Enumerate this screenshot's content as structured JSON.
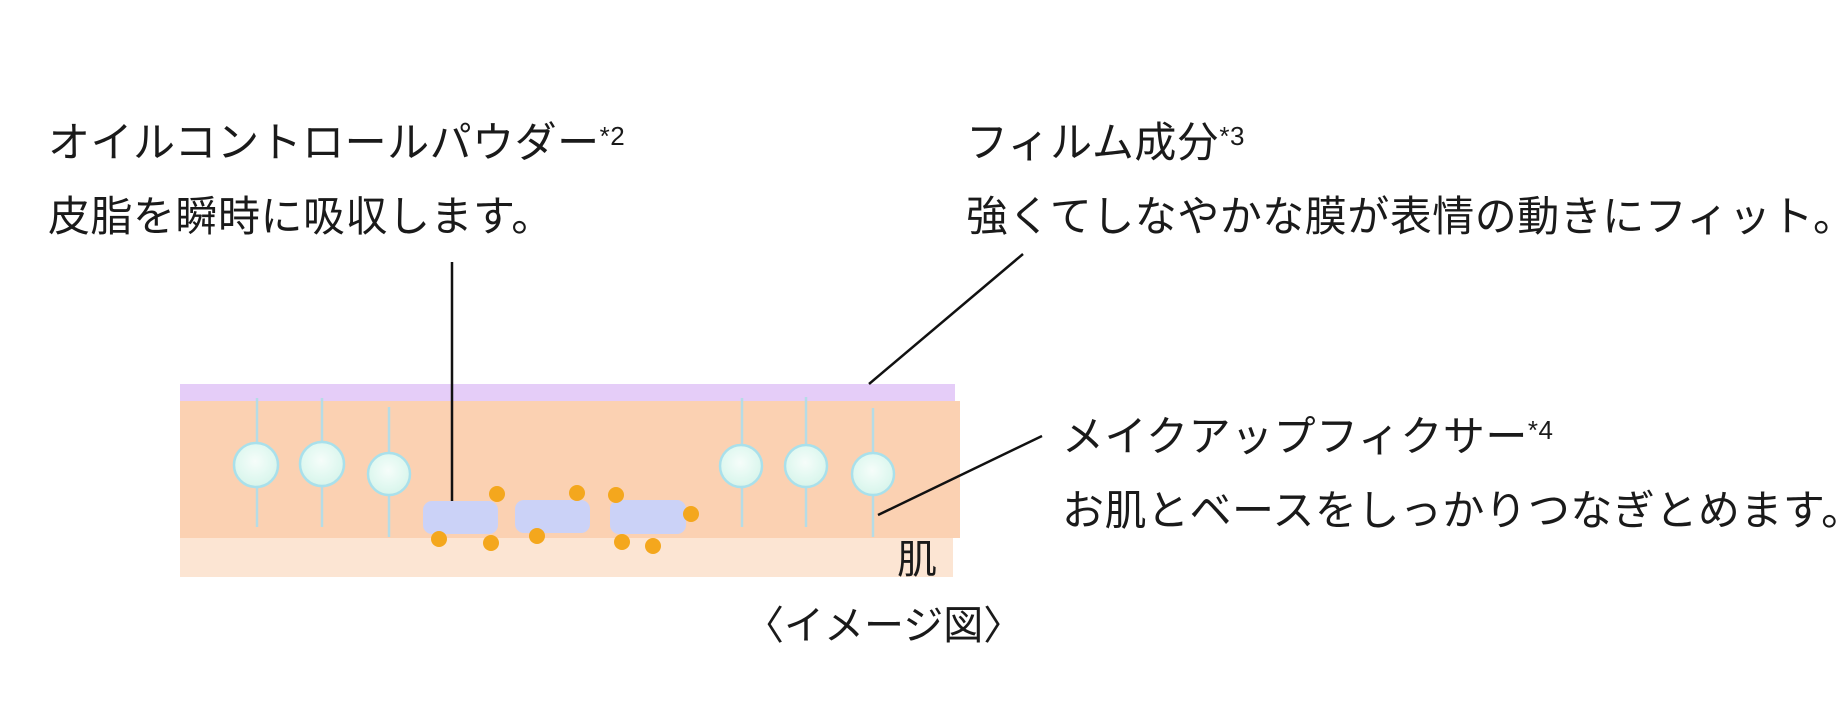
{
  "page": {
    "background": "#ffffff"
  },
  "diagram": {
    "caption": "〈イメージ図〉",
    "skin_label": "肌",
    "annotations": [
      {
        "id": "oil-control-powder",
        "label": "オイルコントロールパウダー",
        "note_ref": "*2",
        "desc": "皮脂を瞬時に吸収します。"
      },
      {
        "id": "film-component",
        "label": "フィルム成分",
        "note_ref": "*3",
        "desc": "強くてしなやかな膜が表情の動きにフィット。"
      },
      {
        "id": "makeup-fixer",
        "label": "メイクアップフィクサー",
        "note_ref": "*4",
        "desc": "お肌とベースをしっかりつなぎとめます。"
      }
    ],
    "colors": {
      "film_layer": "#e5cdf8",
      "base_layer": "#fbd1b2",
      "skin_layer": "#fce5d3",
      "powder_particle_fill": "#e0f8f0",
      "powder_particle_stroke": "#a9e0eb",
      "fixer_strand": "#b5dce6",
      "fixer_block": "#cbd2f7",
      "sebum_dot": "#f4a71d",
      "leader_line": "#111111",
      "text": "#1a1a1a"
    }
  }
}
